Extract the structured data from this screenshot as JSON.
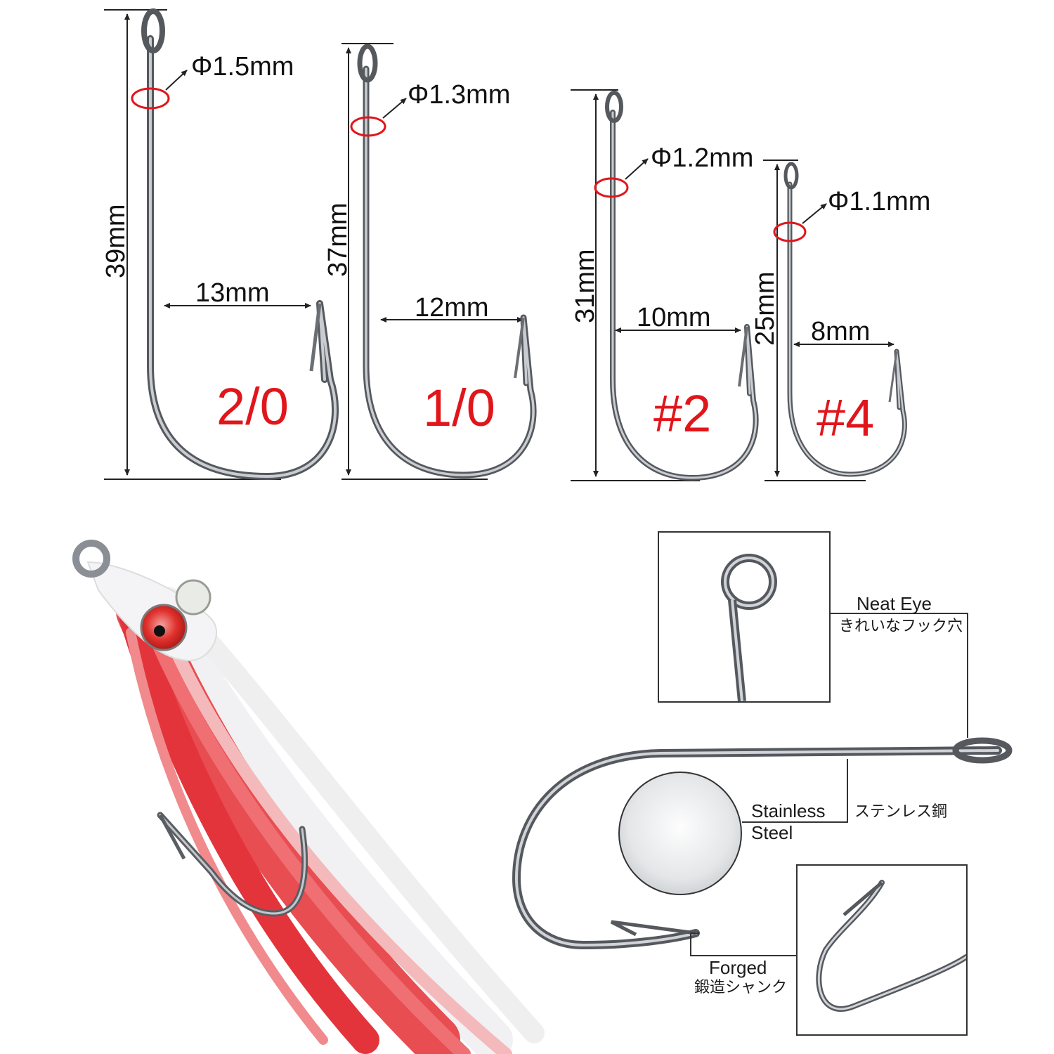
{
  "hook_chart": {
    "hooks": [
      {
        "size": "2/0",
        "length": "39mm",
        "gap": "13mm",
        "wire": "Φ1.5mm"
      },
      {
        "size": "1/0",
        "length": "37mm",
        "gap": "12mm",
        "wire": "Φ1.3mm"
      },
      {
        "size": "#2",
        "length": "31mm",
        "gap": "10mm",
        "wire": "Φ1.2mm"
      },
      {
        "size": "#4",
        "length": "25mm",
        "gap": "8mm",
        "wire": "Φ1.1mm"
      }
    ]
  },
  "features": {
    "eye": {
      "label": "Neat Eye",
      "label_jp": "きれいなフック穴"
    },
    "material": {
      "label_line1": "Stainless",
      "label_line2": "Steel",
      "label_jp": "ステンレス鋼"
    },
    "shank": {
      "label": "Forged",
      "label_jp": "鍛造シャンク"
    }
  },
  "colors": {
    "accent_red": "#e0161b",
    "hook_steel": "#8a8f95",
    "dimension_line": "#222222",
    "lure_red": "#e21f26",
    "lure_white": "#f2f2f4"
  }
}
